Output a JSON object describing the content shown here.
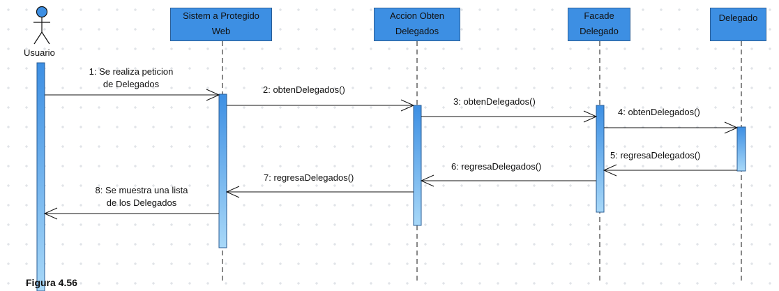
{
  "diagram": {
    "actor": {
      "label": "Usuario",
      "icon": "stick-figure-actor-icon"
    },
    "lifelines": [
      {
        "id": "sistema",
        "lines": [
          "Sistem a Protegido",
          "Web"
        ]
      },
      {
        "id": "accion",
        "lines": [
          "Accion Obten",
          "Delegados"
        ]
      },
      {
        "id": "facade",
        "lines": [
          "Facade",
          "Delegado"
        ]
      },
      {
        "id": "delegado",
        "lines": [
          "Delegado"
        ]
      }
    ],
    "messages": [
      {
        "number": "1",
        "lines": [
          "1: Se realiza peticion",
          "de Delegados"
        ],
        "kind": "call"
      },
      {
        "number": "2",
        "lines": [
          "2: obtenDelegados()"
        ],
        "kind": "call"
      },
      {
        "number": "3",
        "lines": [
          "3: obtenDelegados()"
        ],
        "kind": "call"
      },
      {
        "number": "4",
        "lines": [
          "4: obtenDelegados()"
        ],
        "kind": "call"
      },
      {
        "number": "5",
        "lines": [
          "5: regresaDelegados()"
        ],
        "kind": "return"
      },
      {
        "number": "6",
        "lines": [
          "6: regresaDelegados()"
        ],
        "kind": "return"
      },
      {
        "number": "7",
        "lines": [
          "7: regresaDelegados()"
        ],
        "kind": "return"
      },
      {
        "number": "8",
        "lines": [
          "8: Se muestra una lista",
          "de los Delegados"
        ],
        "kind": "return"
      }
    ],
    "caption": "Figura 4.56",
    "colors": {
      "lifeline_fill": "#3d8fe3",
      "lifeline_border": "#2a5d95",
      "activation_top": "#3d8fe3",
      "activation_bottom": "#a8d8f8",
      "line": "#111111",
      "grid": "#d7dbe0"
    }
  }
}
